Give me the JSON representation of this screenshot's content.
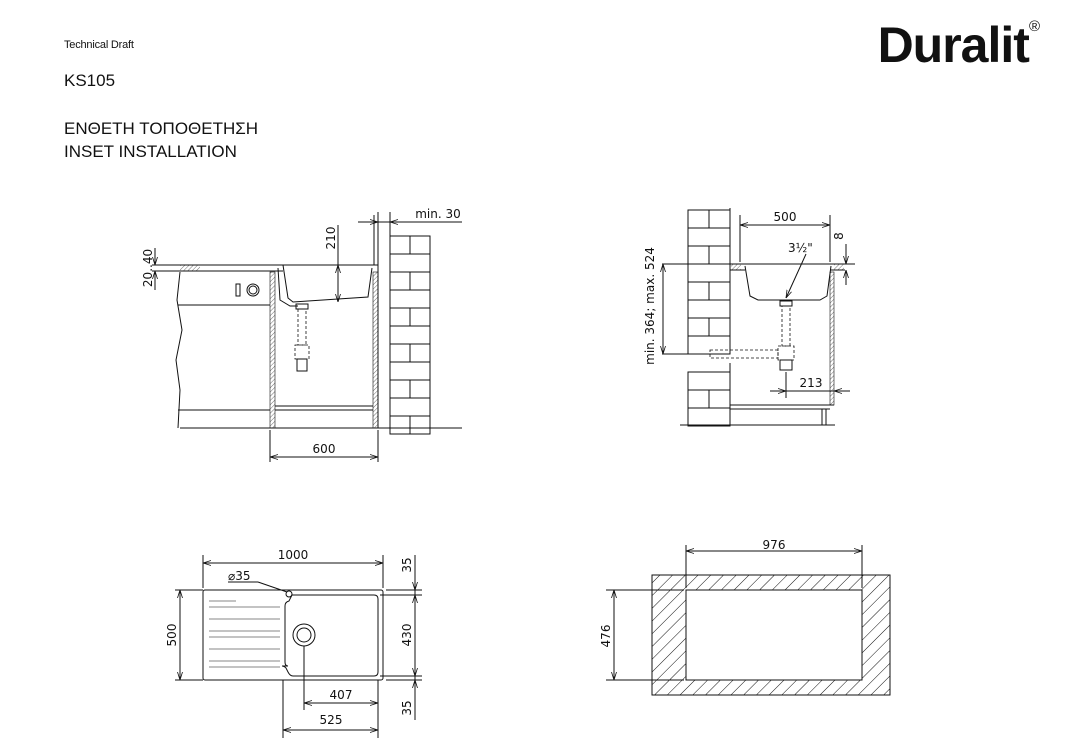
{
  "header": {
    "doc_type": "Technical Draft",
    "model": "KS105",
    "title_greek": "ΕΝΘΕΤΗ ΤΟΠΟΘΕΤΗΣΗ",
    "title_english": "INSET INSTALLATION"
  },
  "logo": {
    "text": "Duralit",
    "mark": "®"
  },
  "side_view_left": {
    "dims": {
      "wall_gap": "min. 30",
      "depth": "210",
      "thickness": "20..40",
      "cabinet": "600"
    }
  },
  "side_view_right": {
    "dims": {
      "width": "500",
      "rim": "8",
      "drain": "3½\"",
      "height": "min. 364; max. 524",
      "offset": "213"
    }
  },
  "top_view": {
    "dims": {
      "length": "1000",
      "hole": "⌀35",
      "width": "500",
      "top": "35",
      "bowl": "430",
      "bottom": "35",
      "drain_offset": "407",
      "bowl_length": "525"
    }
  },
  "cutout": {
    "dims": {
      "length": "976",
      "width": "476"
    }
  }
}
